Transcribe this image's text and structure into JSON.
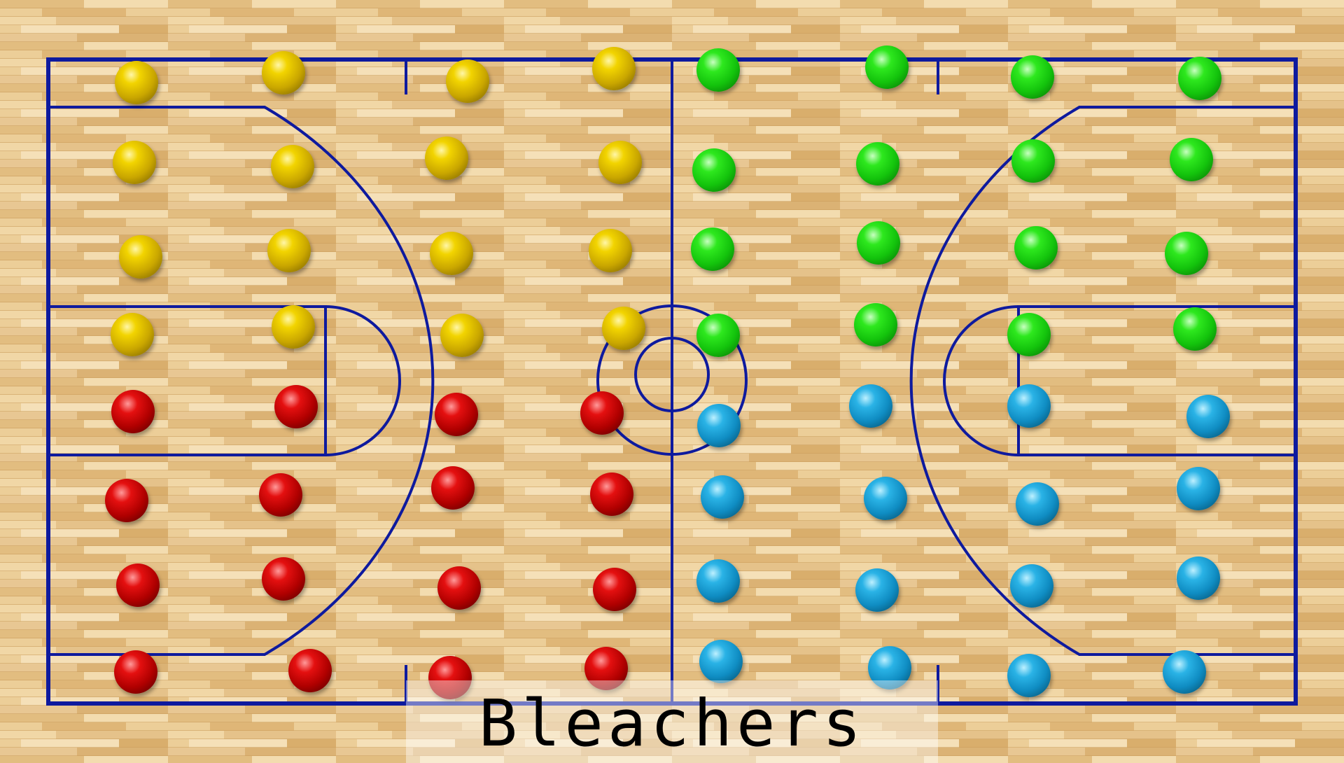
{
  "colors": {
    "court_line": "#0e1a9e",
    "floor_base": "#e9c993",
    "yellow_team": "#e3c400",
    "green_team": "#17d60f",
    "red_team": "#c80000",
    "blue_team": "#1aa3d8"
  },
  "bleachers": {
    "label": "Bleachers"
  },
  "teams": [
    {
      "name": "yellow",
      "color": "yellow",
      "count": 16
    },
    {
      "name": "green",
      "color": "green",
      "count": 16
    },
    {
      "name": "red",
      "color": "red",
      "count": 16
    },
    {
      "name": "blue",
      "color": "blue",
      "count": 16
    }
  ]
}
